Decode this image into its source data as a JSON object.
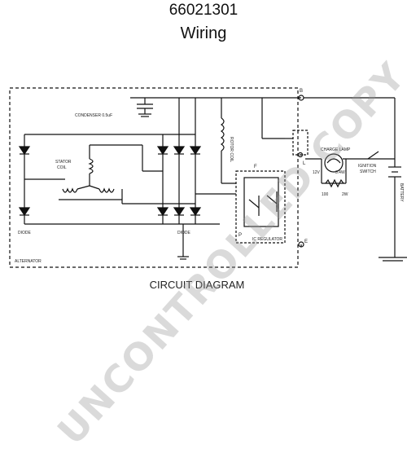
{
  "header": {
    "part_number": "66021301",
    "subtitle": "Wiring"
  },
  "diagram": {
    "caption": "CIRCUIT DIAGRAM",
    "labels": {
      "condenser": "CONDENSER 0.5uF",
      "stator_coil_1": "STATOR",
      "stator_coil_2": "COIL",
      "rotor_coil": "ROTOR COIL",
      "diode_left": "DIODE",
      "diode_mid": "DIODE",
      "ic_regulator": "IC REGULATOR",
      "alternator": "ALTERNATOR",
      "charge_lamp": "CHARGE LAMP",
      "ignition_switch_1": "IGNITION",
      "ignition_switch_2": "SWITCH",
      "battery": "BATTERY",
      "lamp_voltage": "12V",
      "lamp_power": "3.4W",
      "resistor_ohm": "100",
      "resistor_watt": "2W",
      "term_b": "B",
      "term_l": "L",
      "term_e": "E",
      "term_f": "F",
      "term_p": "P"
    }
  },
  "watermark": "UNCONTROLLED COPY"
}
